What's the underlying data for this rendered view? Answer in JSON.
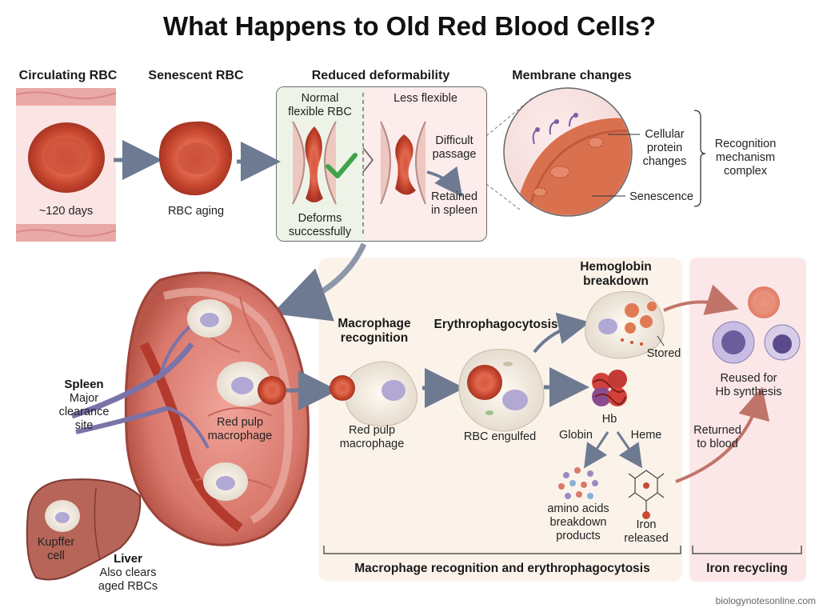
{
  "title": "What Happens to Old Red Blood Cells?",
  "top": {
    "circulating_header": "Circulating RBC",
    "circulating_days": "~120 days",
    "senescent_header": "Senescent RBC",
    "senescent_label": "RBC aging",
    "deform_header": "Reduced deformability",
    "normal_label": "Normal\nflexible RBC",
    "less_flexible": "Less flexible",
    "deforms": "Deforms\nsuccessfully",
    "difficult": "Difficult\npassage",
    "retained": "Retained\nin spleen",
    "membrane_header": "Membrane changes",
    "cellular_protein": "Cellular\nprotein\nchanges",
    "senescence": "Senescence",
    "recognition_mech": "Recognition\nmechanism\ncomplex"
  },
  "spleen": {
    "name": "Spleen",
    "desc": "Major\nclearance\nsite",
    "red_pulp": "Red pulp\nmacrophage"
  },
  "liver": {
    "kupffer": "Kupffer\ncell",
    "name": "Liver",
    "desc": "Also clears\naged RBCs"
  },
  "process": {
    "macro_recog_header": "Macrophage\nrecognition",
    "red_pulp_macro": "Red pulp\nmacrophage",
    "erythro_header": "Erythrophagocytosis",
    "engulfed": "RBC engulfed",
    "hemoglobin_header": "Hemoglobin\nbreakdown",
    "stored": "Stored",
    "hb": "Hb",
    "globin": "Globin",
    "heme": "Heme",
    "amino": "amino acids\nbreakdown\nproducts",
    "iron_released": "Iron\nreleased",
    "returned": "Returned\nto blood",
    "bracket_label": "Macrophage recognition and erythrophagocytosis"
  },
  "iron": {
    "reused": "Reused for\nHb synthesis",
    "label": "Iron recycling"
  },
  "credit": "biologynotesonline.com"
}
